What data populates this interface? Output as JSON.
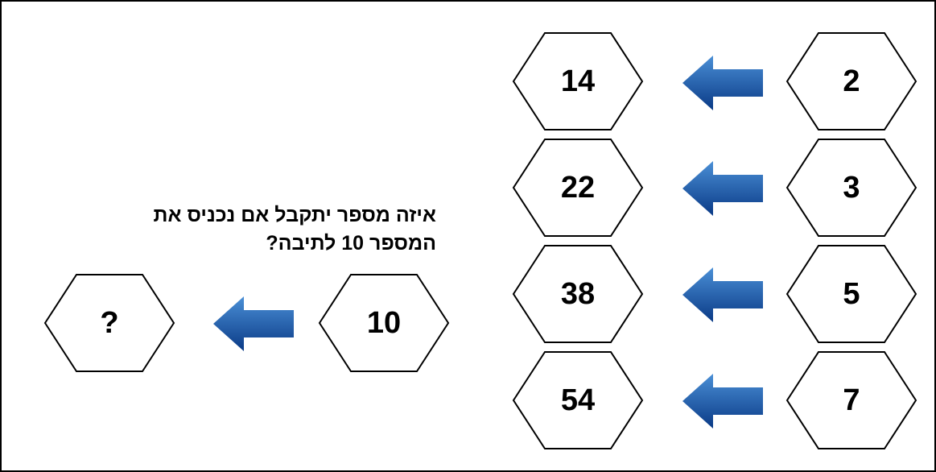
{
  "rows": [
    {
      "input": "2",
      "output": "14"
    },
    {
      "input": "3",
      "output": "22"
    },
    {
      "input": "5",
      "output": "38"
    },
    {
      "input": "7",
      "output": "54"
    }
  ],
  "question": {
    "line1": "איזה מספר יתקבל אם נכניס את",
    "line2": "המספר 10 לתיבה?"
  },
  "test": {
    "input": "10",
    "output": "?"
  },
  "colors": {
    "arrow_light": "#4a8fd6",
    "arrow_dark": "#0a3a86",
    "hex_stroke": "#000000"
  },
  "icons": {
    "arrow": "left-arrow-icon",
    "shape": "hexagon"
  }
}
